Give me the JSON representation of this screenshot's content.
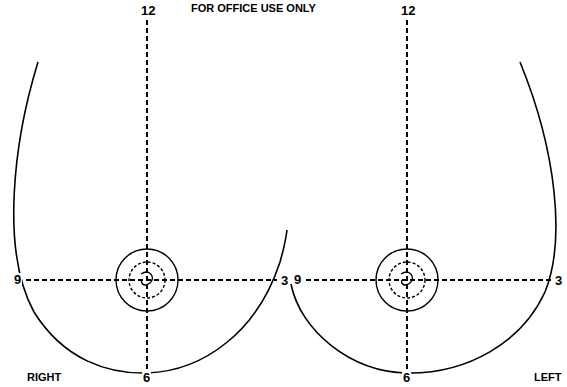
{
  "diagram": {
    "labels": [
      "FOR OFFICE USE ONLY",
      "12",
      "12",
      "9",
      "3",
      "9",
      "3",
      "RIGHT",
      "6",
      "6",
      "LEFT"
    ]
  }
}
